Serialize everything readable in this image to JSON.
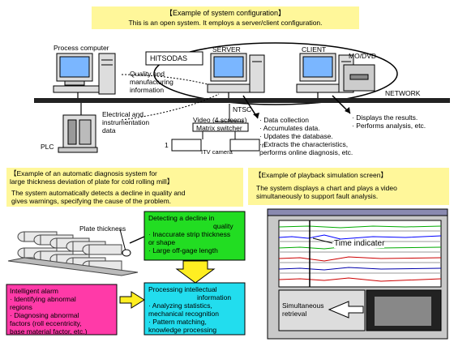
{
  "config": {
    "title": "【Example of system configuration】",
    "subtitle": "This is an open system.  It employs a server/client configuration.",
    "process_computer": "Process computer",
    "hitsodas": "HITSODAS",
    "server": "SERVER",
    "client": "CLIENT",
    "mo_dvd": "MO/DVD",
    "network": "NETWORK",
    "quality_info": [
      "Quality and",
      "manufacturing",
      "information"
    ],
    "electrical_data": [
      "Electrical and",
      "instrumentation",
      "data"
    ],
    "plc": "PLC",
    "ntsc": "NTSC",
    "video": "Video (4 screens)",
    "matrix": "Matrix switcher",
    "itv": "ITV camera",
    "cam_1": "1",
    "cam_n": "n",
    "server_tasks": [
      "· Data collection",
      "· Accumulates data.",
      "· Updates the database.",
      "· Extracts the characteristics,",
      "  performs online diagnosis, etc."
    ],
    "client_tasks": [
      "· Displays the results.",
      "· Performs analysis, etc."
    ]
  },
  "diagnosis": {
    "title_lines": [
      "【Example of an automatic diagnosis system for",
      "  large thickness deviation of plate for cold rolling mill】"
    ],
    "desc_lines": [
      "The system automatically detects a decline in quality and",
      "gives  warnings, specifying the cause of the problem."
    ],
    "plate_thickness": "Plate thickness",
    "detect_box": {
      "title_lines": [
        "Detecting a decline in",
        "quality"
      ],
      "items": [
        "· Inaccurate strip thickness",
        "  or shape",
        "· Large off-gage length"
      ]
    },
    "process_box": {
      "title_lines": [
        "Processing intellectual",
        "information"
      ],
      "items": [
        "· Analyzing statistics,",
        "  mechanical recognition",
        "· Pattern matching,",
        "  knowledge processing"
      ]
    },
    "alarm_box": {
      "title": "Intelligent alarm",
      "items": [
        "· Identifying abnormal",
        "  regions",
        "· Diagnosing abnormal",
        "  factors (roll eccentricity,",
        "  base material factor, etc.)"
      ]
    }
  },
  "playback": {
    "title": "【Example of playback simulation screen】",
    "desc_lines": [
      "The system displays a chart and plays a video",
      "simultaneously to  support fault analysis."
    ],
    "time_indicator": "Time indicater",
    "simultaneous": [
      "Simultaneous",
      "retrieval"
    ]
  },
  "colors": {
    "yellow": "#fff79a",
    "green": "#22dd22",
    "cyan": "#22ddee",
    "pink": "#ff3aa8",
    "arrow_yellow": "#ffee22"
  }
}
